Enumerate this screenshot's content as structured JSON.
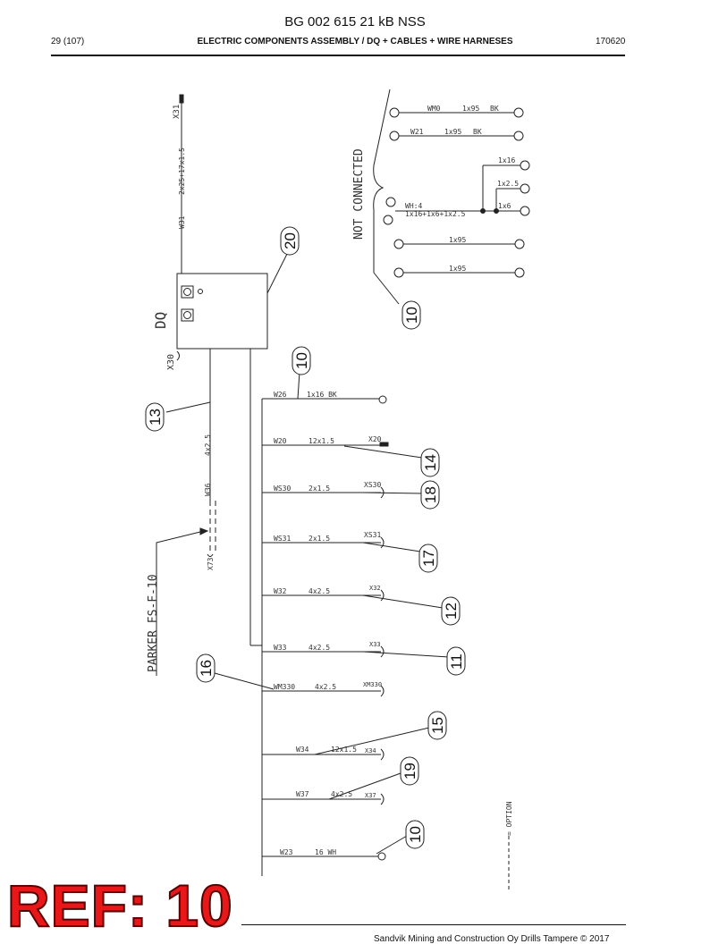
{
  "header": {
    "doc_title": "BG 002 615 21 kB NSS",
    "page": "29 (107)",
    "section": "ELECTRIC COMPONENTS ASSEMBLY / DQ + CABLES + WIRE HARNESES",
    "date": "170620"
  },
  "footer": {
    "copyright": "Sandvik Mining and Construction Oy Drills Tampere © 2017"
  },
  "stamp": {
    "text": "REF: 10",
    "color": "#e8181a"
  },
  "diagram": {
    "box_label": "DQ",
    "x30_label": "X30",
    "top_cable": {
      "connector": "X31",
      "spec": "2x25+17x1.5",
      "wire": "W31"
    },
    "not_connected": {
      "label": "NOT CONNECTED",
      "wm0": {
        "wire": "WM0",
        "spec": "1x95",
        "color": "BK"
      },
      "w21": {
        "wire": "W21",
        "spec": "1x95",
        "color": "BK"
      },
      "wh4": {
        "wire": "WH:4",
        "spec": "1x16+1x6+1x2.5"
      },
      "branch_1x16": "1x16",
      "branch_1x2_5": "1x2.5",
      "branch_1x6": "1x6",
      "lower_a": "1x95",
      "lower_b": "1x95"
    },
    "parker": {
      "label": "PARKER FS-F-10",
      "wire": "W36",
      "spec": "4x2.5",
      "connector": "X73"
    },
    "branches": {
      "w26": {
        "wire": "W26",
        "spec": "1x16 BK"
      },
      "w20": {
        "wire": "W20",
        "spec": "12x1.5",
        "connector": "X20"
      },
      "ws30": {
        "wire": "WS30",
        "spec": "2x1.5",
        "connector": "XS30"
      },
      "ws31": {
        "wire": "WS31",
        "spec": "2x1.5",
        "connector": "XS31"
      },
      "w32": {
        "wire": "W32",
        "spec": "4x2.5",
        "connector": "X32"
      },
      "w33": {
        "wire": "W33",
        "spec": "4x2.5",
        "connector": "X33"
      },
      "wm330": {
        "wire": "WM330",
        "spec": "4x2.5",
        "connector": "XM330"
      },
      "w34": {
        "wire": "W34",
        "spec": "12x1.5",
        "connector": "X34"
      },
      "w37": {
        "wire": "W37",
        "spec": "4x2.5",
        "connector": "X37"
      },
      "w23": {
        "wire": "W23",
        "spec": "16 WH"
      }
    },
    "option_legend": "= OPTION",
    "balloons": {
      "b20": "20",
      "b10_nc": "10",
      "b10_top": "10",
      "b13": "13",
      "b14": "14",
      "b18": "18",
      "b17": "17",
      "b12": "12",
      "b11": "11",
      "b16": "16",
      "b15": "15",
      "b19": "19",
      "b10_bottom": "10"
    }
  }
}
